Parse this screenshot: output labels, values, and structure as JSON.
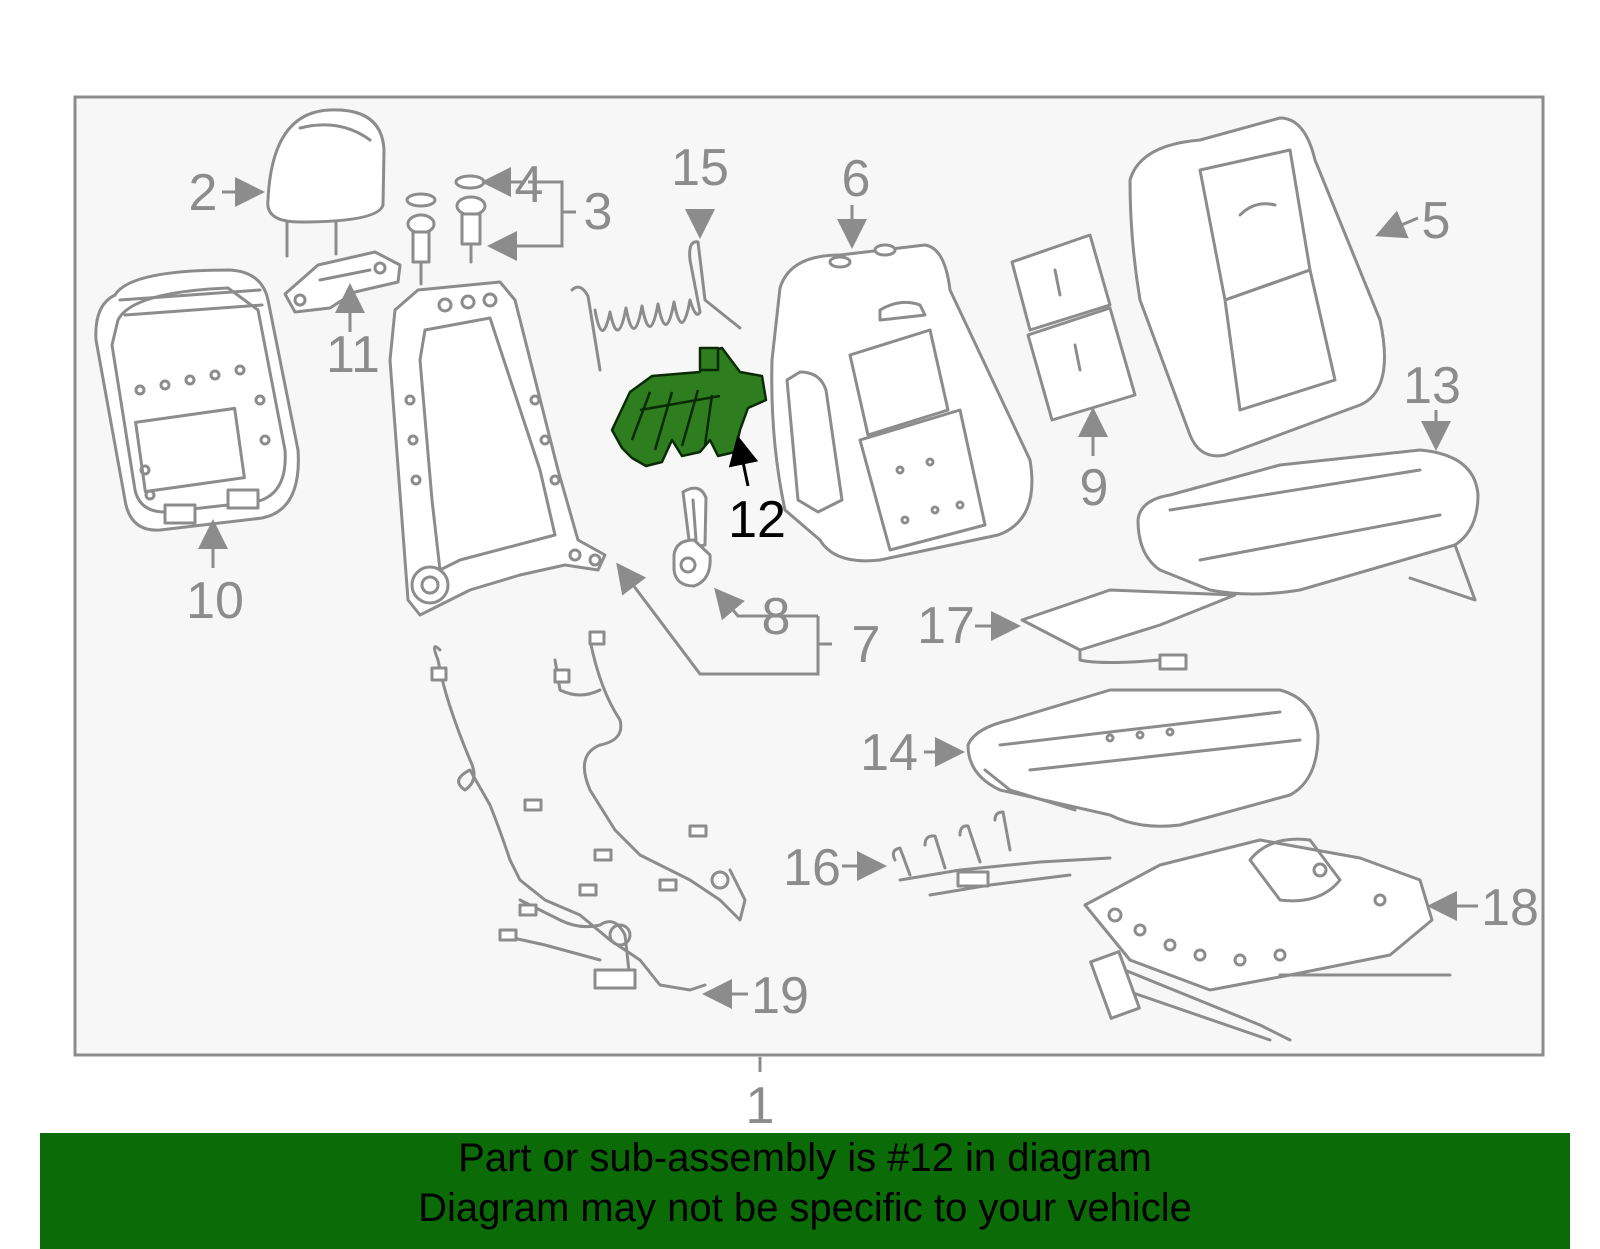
{
  "colors": {
    "background": "#ffffff",
    "panel": "#f7f7f7",
    "lineart": "#8c8c8c",
    "highlight_part": "#2e7d1e",
    "banner": "#0b6b06",
    "banner_text": "#000000"
  },
  "callouts": {
    "c1": "1",
    "c2": "2",
    "c3": "3",
    "c4": "4",
    "c5": "5",
    "c6": "6",
    "c7": "7",
    "c8": "8",
    "c9": "9",
    "c10": "10",
    "c11": "11",
    "c12": "12",
    "c13": "13",
    "c14": "14",
    "c15": "15",
    "c16": "16",
    "c17": "17",
    "c18": "18",
    "c19": "19"
  },
  "highlighted_callout": "12",
  "banner": {
    "line1": "Part or sub-assembly is #12 in diagram",
    "line2": "Diagram may not be specific to your vehicle"
  }
}
